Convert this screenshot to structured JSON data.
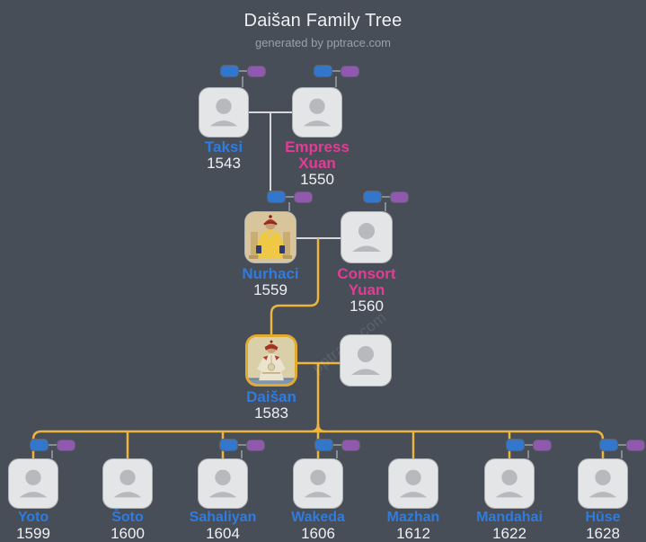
{
  "header": {
    "title": "Daišan Family Tree",
    "subtitle": "generated by pptrace.com"
  },
  "watermark": {
    "text": "pptrace.com"
  },
  "colors": {
    "background": "#474e57",
    "card_fill": "#e4e5e7",
    "silhouette": "#b7b9bd",
    "male_name": "#2f7ce0",
    "female_name": "#e23c96",
    "year_text": "#eef0f2",
    "father_badge": "#3377cd",
    "mother_badge": "#9059ad",
    "couple_line": "#d5d7da",
    "lineage_line": "#edb53d",
    "highlight_border": "#e2aa2e"
  },
  "people": [
    {
      "name": "Taksi",
      "year": "1543",
      "gender": "male",
      "generation": 1,
      "has_parent_badges": true
    },
    {
      "name": "Empress Xuan",
      "year": "1550",
      "gender": "female",
      "generation": 1,
      "has_parent_badges": true
    },
    {
      "name": "Nurhaci",
      "year": "1559",
      "gender": "male",
      "generation": 2,
      "has_parent_badges": true,
      "portrait": true
    },
    {
      "name": "Consort Yuan",
      "year": "1560",
      "gender": "female",
      "generation": 2,
      "has_parent_badges": true
    },
    {
      "name": "Daišan",
      "year": "1583",
      "gender": "male",
      "generation": 3,
      "portrait": true,
      "highlighted": true
    },
    {
      "name": "",
      "year": "",
      "gender": "unknown",
      "generation": 3
    },
    {
      "name": "Yoto",
      "year": "1599",
      "gender": "male",
      "generation": 4,
      "has_parent_badges": true
    },
    {
      "name": "Šoto",
      "year": "1600",
      "gender": "male",
      "generation": 4
    },
    {
      "name": "Sahaliyan",
      "year": "1604",
      "gender": "male",
      "generation": 4,
      "has_parent_badges": true
    },
    {
      "name": "Wakeda",
      "year": "1606",
      "gender": "male",
      "generation": 4,
      "has_parent_badges": true
    },
    {
      "name": "Mazhan",
      "year": "1612",
      "gender": "male",
      "generation": 4
    },
    {
      "name": "Mandahai",
      "year": "1622",
      "gender": "male",
      "generation": 4,
      "has_parent_badges": true
    },
    {
      "name": "Hūse",
      "year": "1628",
      "gender": "male",
      "generation": 4,
      "has_parent_badges": true
    }
  ]
}
